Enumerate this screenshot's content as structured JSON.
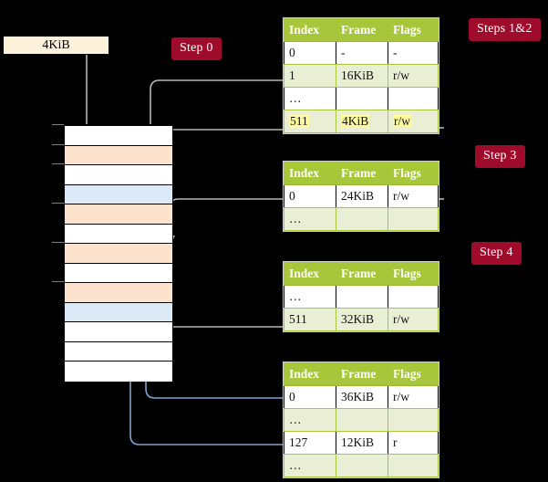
{
  "page": {
    "background": "#000000",
    "accent_table_header": "#a7c639",
    "accent_badge": "#9e0b2b",
    "highlight_yellow": "#fcf9a0",
    "wire_gray": "#b0b0b0",
    "wire_blue": "#7ca3cf"
  },
  "badges": [
    {
      "name": "step-0",
      "label": "Step 0"
    },
    {
      "name": "steps-1-2",
      "label": "Steps 1&2"
    },
    {
      "name": "step-3",
      "label": "Step 3"
    },
    {
      "name": "step-4",
      "label": "Step 4"
    }
  ],
  "offset_box": {
    "label": "4KiB"
  },
  "columns": [
    "Index",
    "Frame",
    "Flags"
  ],
  "tables": [
    {
      "name": "pml4-table",
      "headers": [
        "Index",
        "Frame",
        "Flags"
      ],
      "rows": [
        {
          "style": "white",
          "cells": [
            "0",
            "-",
            "-"
          ],
          "highlight": [
            false,
            false,
            false
          ]
        },
        {
          "style": "tint",
          "cells": [
            "1",
            "16KiB",
            "r/w"
          ],
          "highlight": [
            false,
            false,
            false
          ]
        },
        {
          "style": "white",
          "cells": [
            "…",
            "",
            ""
          ],
          "highlight": [
            false,
            false,
            false
          ]
        },
        {
          "style": "tint",
          "cells": [
            "511",
            "4KiB",
            "r/w"
          ],
          "highlight": [
            true,
            true,
            true
          ]
        }
      ]
    },
    {
      "name": "pdp-table",
      "headers": [
        "Index",
        "Frame",
        "Flags"
      ],
      "rows": [
        {
          "style": "white",
          "cells": [
            "0",
            "24KiB",
            "r/w"
          ],
          "highlight": [
            false,
            false,
            false
          ]
        },
        {
          "style": "tint",
          "cells": [
            "…",
            "",
            ""
          ],
          "highlight": [
            false,
            false,
            false
          ]
        }
      ]
    },
    {
      "name": "pd-table",
      "headers": [
        "Index",
        "Frame",
        "Flags"
      ],
      "rows": [
        {
          "style": "white",
          "cells": [
            "…",
            "",
            ""
          ],
          "highlight": [
            false,
            false,
            false
          ]
        },
        {
          "style": "tint",
          "cells": [
            "511",
            "32KiB",
            "r/w"
          ],
          "highlight": [
            false,
            false,
            false
          ]
        }
      ]
    },
    {
      "name": "pt-table",
      "headers": [
        "Index",
        "Frame",
        "Flags"
      ],
      "rows": [
        {
          "style": "white",
          "cells": [
            "0",
            "36KiB",
            "r/w"
          ],
          "highlight": [
            false,
            false,
            false
          ]
        },
        {
          "style": "tint",
          "cells": [
            "…",
            "",
            ""
          ],
          "highlight": [
            false,
            false,
            false
          ]
        },
        {
          "style": "white",
          "cells": [
            "127",
            "12KiB",
            "r"
          ],
          "highlight": [
            false,
            false,
            false
          ]
        },
        {
          "style": "tint",
          "cells": [
            "…",
            "",
            ""
          ],
          "highlight": [
            false,
            false,
            false
          ]
        }
      ]
    }
  ],
  "memory_column": {
    "name": "physical-memory-column",
    "rows": [
      {
        "fill": "plain"
      },
      {
        "fill": "peach"
      },
      {
        "fill": "plain"
      },
      {
        "fill": "blue"
      },
      {
        "fill": "peach"
      },
      {
        "fill": "plain"
      },
      {
        "fill": "peach"
      },
      {
        "fill": "plain"
      },
      {
        "fill": "peach"
      },
      {
        "fill": "blue"
      },
      {
        "fill": "plain"
      },
      {
        "fill": "plain"
      },
      {
        "fill": "plain"
      }
    ]
  }
}
